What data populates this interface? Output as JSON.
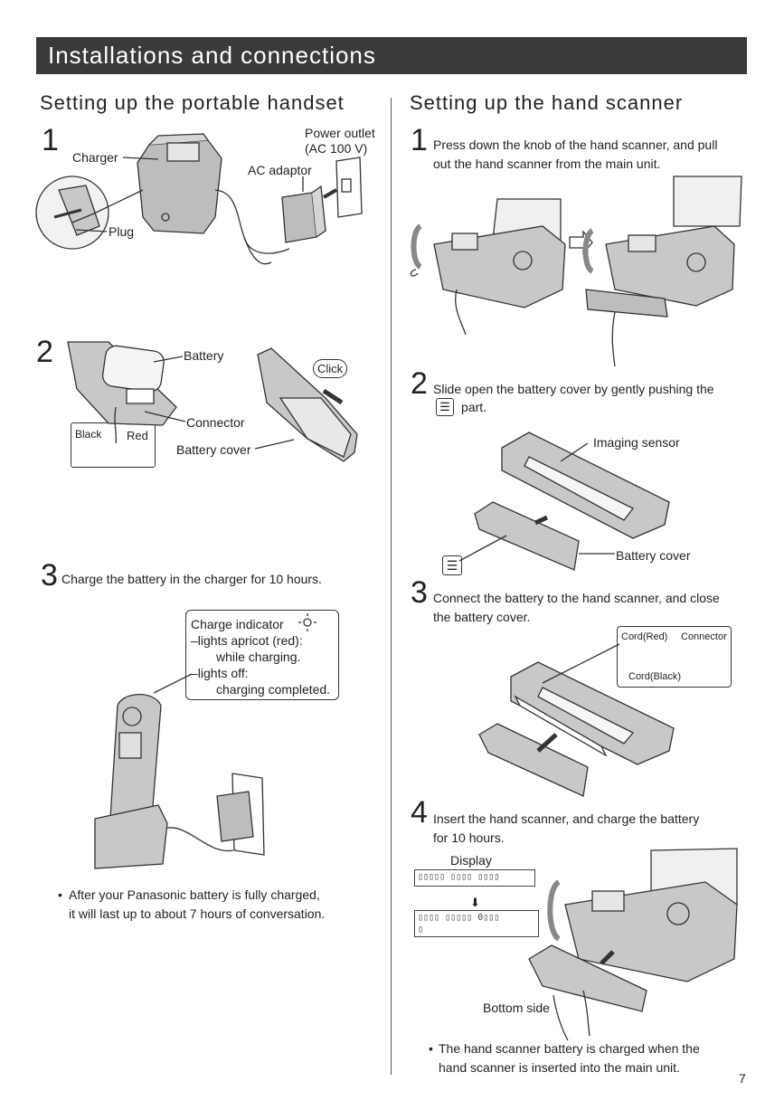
{
  "header": {
    "title": "Installations and connections"
  },
  "left": {
    "title": "Setting up the portable handset",
    "step1": {
      "num": "1",
      "labels": {
        "power_outlet": "Power outlet",
        "power_outlet_voltage": "(AC 100 V)",
        "charger": "Charger",
        "ac_adaptor": "AC adaptor",
        "plug": "Plug"
      }
    },
    "step2": {
      "num": "2",
      "labels": {
        "battery": "Battery",
        "click": "Click",
        "connector": "Connector",
        "black": "Black",
        "red": "Red",
        "battery_cover": "Battery cover"
      }
    },
    "step3": {
      "num": "3",
      "text": "Charge the battery in the charger for 10 hours.",
      "callout": {
        "l1": "Charge indicator",
        "l2": "–lights apricot (red):",
        "l3": "while charging.",
        "l4": "–lights off:",
        "l5": "charging completed."
      }
    },
    "note": {
      "l1": "After your Panasonic battery is fully charged,",
      "l2": "it will last up to about 7 hours of conversation."
    }
  },
  "right": {
    "title": "Setting up the hand scanner",
    "step1": {
      "num": "1",
      "l1": "Press down the knob of the hand scanner, and pull",
      "l2": "out the hand scanner from the main unit."
    },
    "step2": {
      "num": "2",
      "l1": "Slide open the battery cover by gently pushing the",
      "l2": "part.",
      "imaging_sensor": "Imaging sensor",
      "battery_cover": "Battery cover"
    },
    "step3": {
      "num": "3",
      "l1": "Connect the battery to the hand scanner, and close",
      "l2": "the battery cover.",
      "cord_red": "Cord(Red)",
      "connector": "Connector",
      "cord_black": "Cord(Black)"
    },
    "step4": {
      "num": "4",
      "l1": "Insert the hand scanner, and charge the battery",
      "l2": "for 10 hours.",
      "display_label": "Display",
      "display1": "▯▯▯▯▯ ▯▯▯▯ ▯▯▯▯",
      "display2a": "▯▯▯▯ ▯▯▯▯▯ 0▯▯▯",
      "display2b": "▯",
      "bottom_side": "Bottom side"
    },
    "note": {
      "l1": "The hand scanner battery is charged when the",
      "l2": "hand scanner is inserted into the main unit."
    }
  },
  "page_number": "7"
}
